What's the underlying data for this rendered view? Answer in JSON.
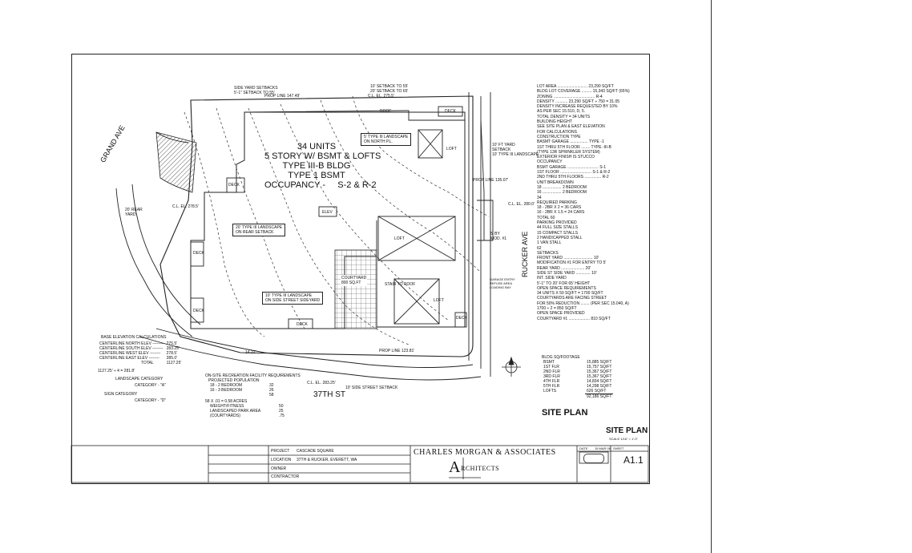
{
  "project_title": [
    "34 UNITS",
    "5 STORY W/ BSMT & LOFTS",
    "TYPE III-B BLDG",
    "TYPE 1 BSMT",
    "OCCUPANCY -     S-2 & R-2"
  ],
  "streets": {
    "grand": "GRAND AVE",
    "rucker": "RUCKER AVE",
    "street37": "37TH ST"
  },
  "site_labels": {
    "side_yard": "SIDE YARD SETBACKS\n5'-1\" SETBACK TO 55'",
    "prop_line_north": "PROP LINE 147.49'",
    "setback_north": "10' SETBACK TO 55'\n20' SETBACK TO 65'",
    "cl_el_north": "C.L. EL. 275.5'",
    "roof": "ROOF",
    "deck_ne": "DECK",
    "landscape_north": "5' TYPE III LANDSCAPE\nON NORTH P.L.",
    "loft_ne": "LOFT",
    "front_setback": "10' FT YARD\nSETBACK\n10' TYPE III LANDSCAPE",
    "prop_line_east": "PROP LINE 135.07'",
    "deck_w": "DECK",
    "rear_yard": "20' REAR\nYARD",
    "cl_el_west": "C.L. EL. 278.5'",
    "elev": "ELEV",
    "landscape_rear": "20' TYPE III LANDSCAPE\nON REAR SETBACK",
    "loft_mid": "LOFT",
    "cl_el_east": "C.L. EL. 280.0'",
    "mod1": "5' BY\nMOD. #1",
    "deck_sw": "DECK",
    "courtyard": "COURTYARD\n800 SQ.FT",
    "stair_roof": "STAIR TO ROOF",
    "landscape_south": "10' TYPE III LANDSCAPE\nON SIDE STREET SIDEYARD",
    "loft_se": "LOFT",
    "deck_s1": "DECK",
    "deck_s2": "DECK",
    "deck_se": "DECK",
    "garage_note": "GARAGE ENTRY\nREFUSE AREA\nLOADING BAY",
    "prop_line_south": "PROP LINE 123.81'",
    "cl_el_south": "C.L. EL. 283.25'",
    "side_street": "10' SIDE STREET SETBACK",
    "setback_14": "14.22'",
    "site_plan": "SITE PLAN"
  },
  "base_elevation": {
    "title": "BASE ELEVATION CALCULATIONS",
    "rows": [
      [
        "CENTERLINE NORTH ELEV --------",
        "275.5'"
      ],
      [
        "CENTERLINE SOUTH ELEV --------",
        "283.25'"
      ],
      [
        "CENTERLINE WEST ELEV --------",
        "278.5'"
      ],
      [
        "CENTERLINE EAST ELEV --------",
        "285.0'"
      ],
      [
        "TOTAL",
        "1127.25'"
      ]
    ],
    "calc": "1127.25' ÷ 4 = 281.8'",
    "landscape_cat": "LANDSCAPE CATEGORY",
    "landscape_val": "CATEGORY - \"A\"",
    "sign_cat": "SIGN CATEGORY",
    "sign_val": "CATEGORY - \"D\""
  },
  "recreation": {
    "title": "ON-SITE RECREATION FACILITY REQUIREMENTS",
    "sub": "PROJECTED POPULATION",
    "rows": [
      [
        "18 - 2 BEDROOM",
        "32"
      ],
      [
        "16 - 3 BEDROOM",
        "26"
      ],
      [
        "",
        "58"
      ]
    ],
    "acres": "58 X .01 = 0.58 ACRES",
    "rows2": [
      [
        "WEIGHT/FITNESS",
        "50"
      ],
      [
        "LANDSCAPED PARK AREA",
        "25"
      ],
      [
        "(COURTYARDS)",
        ".75"
      ]
    ]
  },
  "zoning_notes": [
    "LOT AREA ........................... 23,290 SQ/FT",
    "BLDG LOT COVERAGE ......... 15,343 SQ/FT (65%)",
    "ZONING ..................................... R-4",
    "DENSITY ........... 23,290 SQ/FT  ÷  750 = 31.05",
    "DENSITY INCREASE REQUESTED BY 10%",
    "AS PER SEC 15.510, D, 5.",
    "TOTAL DENSITY = 34 UNITS",
    "BUILDING HEIGHT",
    "SEE SITE PLAN & EAST ELEVATION",
    "FOR CALCULATIONS",
    "CONSTRUCTION TYPE",
    "BASMT GARAGE ................ TYPE -1",
    "1ST THRU 5TH FLOOR ........ TYPE -III-B",
    "(TYPE 13R SPRINKLER SYSTEM)",
    "EXTERIOR FINISH IS STUCCO",
    "OCCUPANCY",
    "BSMT GARAGE ............................ S-1",
    "1ST FLOOR ............................ S-1 & R-2",
    "2ND THRU 5TH FLOORS ............... R-2",
    "UNIT BREAKDOWN",
    "18 ................. 2 BEDROOM",
    "16 ................. 2 BEDROOM",
    "34",
    "REQUIRED PARKING",
    "18 - 2BR X 2 = 36 CARS",
    "16 - 2BR X 1.5 = 24 CARS",
    "TOTAL 60",
    "PARKING PROVIDED",
    "44 FULL SIZE STALLS",
    "15 COMPACT STALLS",
    "2 HANDICAPPED STALL",
    "1 VAN STALL",
    "62",
    "SETBACKS",
    "FRONT YARD .......................... 10'",
    "MODIFICATION #1 FOR ENTRY TO 5'",
    "REAR YARD ..................... 20'",
    "SIDE ST SIDE YARD ............. 10'",
    "INT. SIDE YARD",
    "5'-1\" TO 20' FOR 65' HEIGHT",
    "OPEN SPACE REQUIREMENTS",
    "34 UNITS X 50 SQ/FT = 1700 SQ/FT",
    "COURTYARDS ARE FACING STREET",
    "FOR 50% REDUCTION ........ (PER SEC 15.040, A)",
    "1700 ÷ 2 = 850 SQ/FT",
    "OPEN SPACE PROVIDED",
    "COURTYARD #1 ................... 810 SQ/FT"
  ],
  "bldg_sqft": {
    "title": "BLDG SQ/FOOTAGE",
    "rows": [
      [
        "BSMT",
        "15,885 SQ/FT"
      ],
      [
        "1ST FLR",
        "15,757 SQ/FT"
      ],
      [
        "2ND FLR",
        "15,367 SQ/FT"
      ],
      [
        "3RD FLR",
        "15,367 SQ/FT"
      ],
      [
        "4TH FLR",
        "14,834 SQ/FT"
      ],
      [
        "5TH FLR",
        "14,298 SQ/FT"
      ],
      [
        "LOFTS",
        "626 SQ/FT"
      ],
      [
        "",
        "92,186 SQ/FT"
      ]
    ]
  },
  "title_block": {
    "sheet_title": "SITE PLAN",
    "scale": "SCALE 1/16\" = 1'-0\"",
    "firm": "CHARLES MORGAN & ASSOCIATES",
    "firm_sub": "RCHITECTS",
    "firm_initial": "A",
    "project_label": "PROJECT",
    "project_val": "CASCADE SQUARE",
    "location_label": "LOCATION",
    "location_val": "37TH & RUCKER, EVERETT, WA",
    "owner_label": "OWNER",
    "contractor_label": "CONTRACTOR",
    "date_label": "DATE",
    "date_val": "15 MAR 06",
    "sheet_label": "SHEET",
    "sheet_no": "A1.1"
  }
}
